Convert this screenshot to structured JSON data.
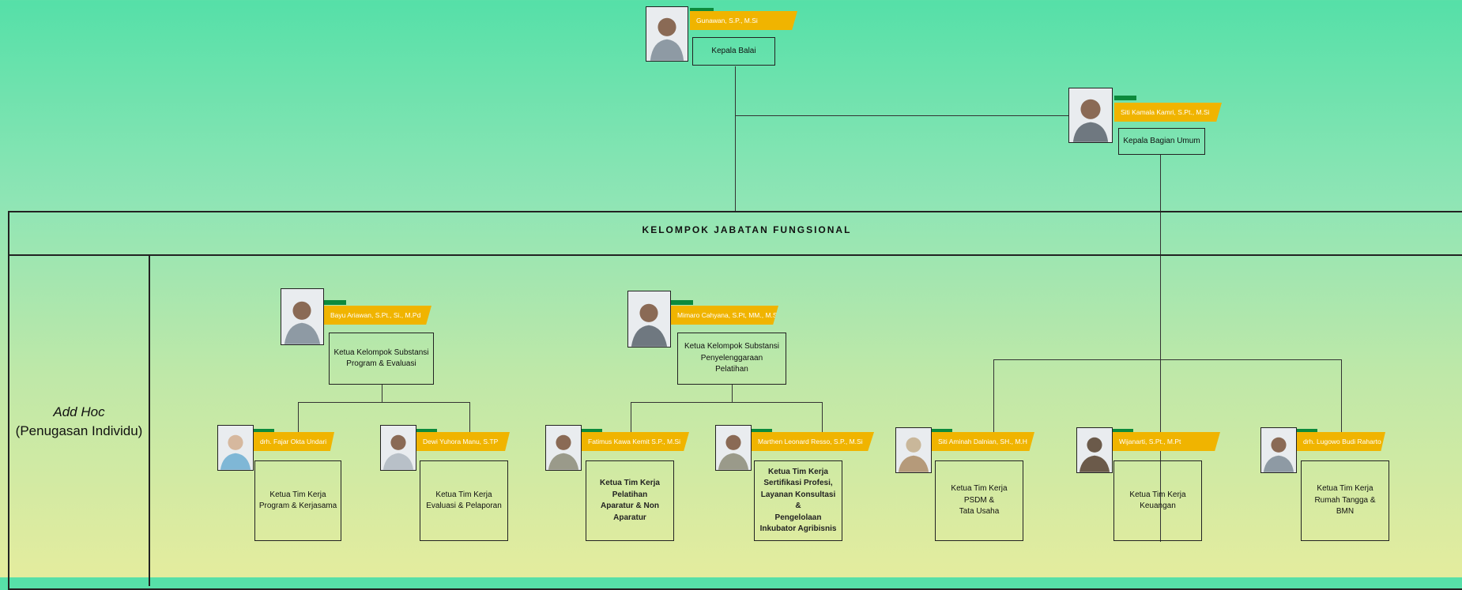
{
  "top": {
    "name": "Gunawan, S.P., M.Si",
    "role": "Kepala Balai"
  },
  "umum": {
    "name": "Siti Kamala Kamri, S.Pt., M.Si",
    "role": "Kepala Bagian Umum"
  },
  "group": {
    "title": "KELOMPOK JABATAN FUNGSIONAL"
  },
  "adhoc": {
    "line1": "Add Hoc",
    "line2": "(Penugasan Individu)"
  },
  "substansi": [
    {
      "name": "Bayu Ariawan, S.Pt., Si., M.Pd",
      "role": "Ketua Kelompok Substansi\nProgram & Evaluasi"
    },
    {
      "name": "Mimaro Cahyana, S.Pt, MM., M.Sc",
      "role": "Ketua Kelompok Substansi\nPenyelenggaraan\nPelatihan"
    }
  ],
  "teams": [
    {
      "name": "drh. Fajar Okta Undari",
      "role": "Ketua Tim Kerja\nProgram & Kerjasama"
    },
    {
      "name": "Dewi Yuhora Manu, S.TP",
      "role": "Ketua Tim Kerja\nEvaluasi & Pelaporan"
    },
    {
      "name": "Fatimus Kawa Kemit S.P., M.Si",
      "role": "Ketua Tim Kerja\nPelatihan\nAparatur & Non\nAparatur"
    },
    {
      "name": "Marthen Leonard Resso, S.P., M.Si",
      "role": "Ketua Tim Kerja\nSertifikasi Profesi,\nLayanan Konsultasi &\nPengelolaan\nInkubator Agribisnis"
    },
    {
      "name": "Siti Aminah Dalnian, SH., M.H",
      "role": "Ketua Tim Kerja\nPSDM &\nTata Usaha"
    },
    {
      "name": "Wijanarti, S.Pt., M.Pt",
      "role": "Ketua Tim Kerja\nKeuangan"
    },
    {
      "name": "drh. Lugowo Budi Raharto",
      "role": "Ketua Tim Kerja\nRumah Tangga & BMN"
    }
  ]
}
